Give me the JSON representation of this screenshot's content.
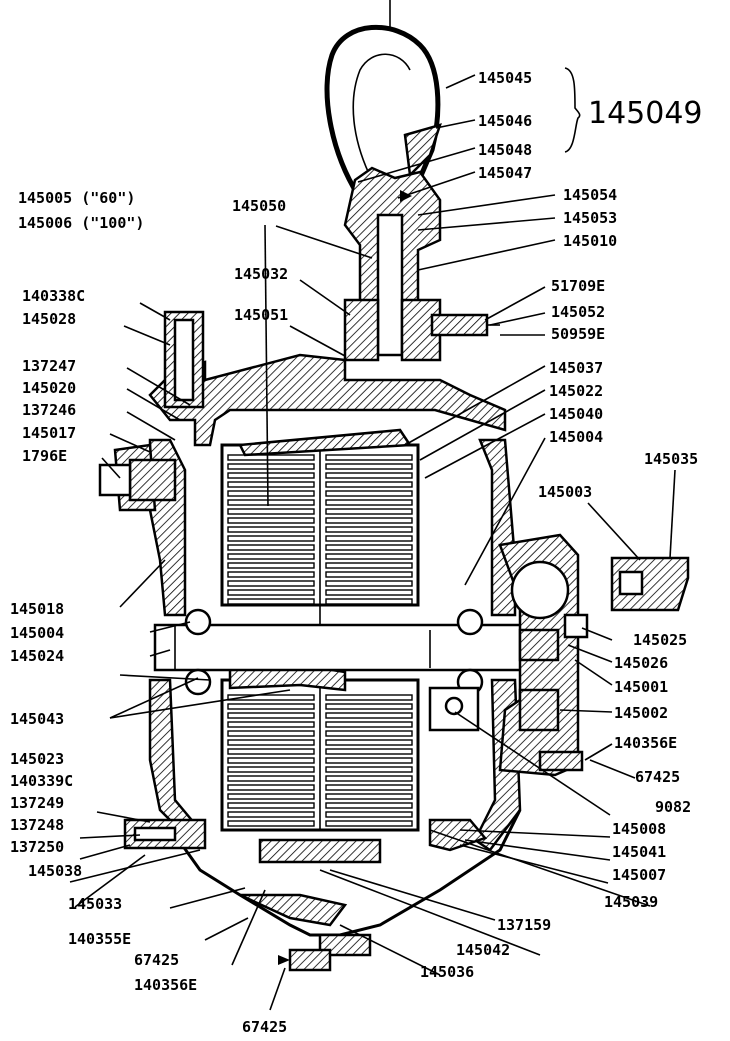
{
  "callouts": {
    "hook_group": [
      "145045",
      "145046",
      "145048",
      "145047"
    ],
    "hook_assembly": "145049",
    "c145005": "145005 (\"60\")",
    "c145006": "145006 (\"100\")",
    "c145050": "145050",
    "c145054": "145054",
    "c145053": "145053",
    "c145010": "145010",
    "c145032": "145032",
    "c51709E": "51709E",
    "c140338C": "140338C",
    "c145028": "145028",
    "c145051": "145051",
    "c145052": "145052",
    "c50959E": "50959E",
    "c137247": "137247",
    "c145037": "145037",
    "c145020": "145020",
    "c145022": "145022",
    "c137246": "137246",
    "c145040": "145040",
    "c145017": "145017",
    "c145004_top": "145004",
    "c1796E": "1796E",
    "c145035": "145035",
    "c145003": "145003",
    "c145018": "145018",
    "c145004_left": "145004",
    "c145025": "145025",
    "c145024": "145024",
    "c145026": "145026",
    "c145001": "145001",
    "c145043": "145043",
    "c145002": "145002",
    "c145023": "145023",
    "c140356E_right": "140356E",
    "c140339C": "140339C",
    "c67425_right": "67425",
    "c137249": "137249",
    "c9082": "9082",
    "c137248": "137248",
    "c145008": "145008",
    "c137250": "137250",
    "c145041": "145041",
    "c145038": "145038",
    "c145007": "145007",
    "c145033": "145033",
    "c145039": "145039",
    "c140355E": "140355E",
    "c137159": "137159",
    "c67425_mid": "67425",
    "c145042": "145042",
    "c140356E_bottom": "140356E",
    "c145036": "145036",
    "c67425_bottom": "67425"
  }
}
